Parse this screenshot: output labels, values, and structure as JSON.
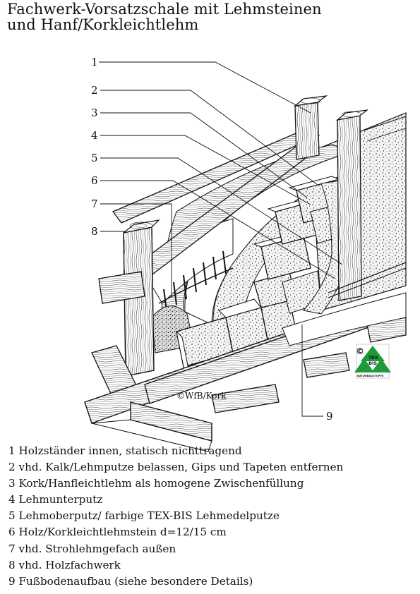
{
  "title": {
    "line1": "Fachwerk-Vorsatzschale mit Lehmsteinen",
    "line2": "und Hanf/Korkleichtlehm"
  },
  "callouts": [
    "1",
    "2",
    "3",
    "4",
    "5",
    "6",
    "7",
    "8",
    "9"
  ],
  "credit": "©WfB/Kork",
  "logo": {
    "copyright": "©",
    "brand_top": "TEX",
    "brand_bottom": "BIS",
    "tagline": "NATURBAUSTOFFE",
    "color": "#1f9a3a"
  },
  "legend": [
    "1 Holzständer innen, statisch nichttragend",
    "2 vhd. Kalk/Lehmputze belassen, Gips und Tapeten entfernen",
    "3 Kork/Hanfleichtlehm als homogene Zwischenfüllung",
    "4 Lehmunterputz",
    "5 Lehmoberputz/ farbige TEX-BIS Lehmedelputze",
    "6 Holz/Korkleichtlehmstein d=12/15 cm",
    "7 vhd. Strohlehmgefach außen",
    "8 vhd. Holzfachwerk",
    "9 Fußbodenaufbau (siehe besondere Details)"
  ]
}
